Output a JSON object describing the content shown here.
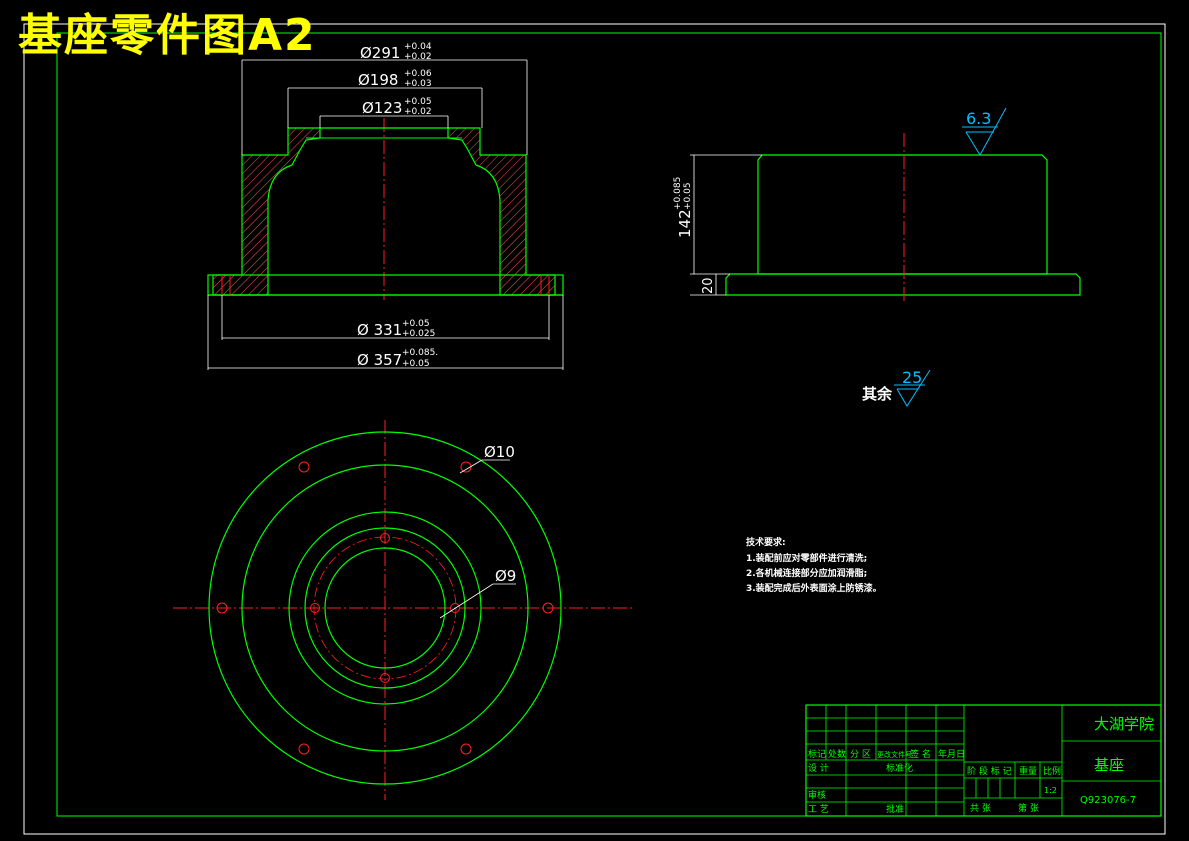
{
  "sheet_title": "基座零件图A2",
  "front_view": {
    "dim_291": "Ø291",
    "dim_291_tol_up": "+0.04",
    "dim_291_tol_low": "+0.02",
    "dim_198": "Ø198",
    "dim_198_tol_up": "+0.06",
    "dim_198_tol_low": "+0.03",
    "dim_123": "Ø123",
    "dim_123_tol_up": "+0.05",
    "dim_123_tol_low": "+0.02",
    "dim_331": "Ø 331",
    "dim_331_tol_up": "+0.05",
    "dim_331_tol_low": "+0.025",
    "dim_357": "Ø 357",
    "dim_357_tol_up": "+0.085.",
    "dim_357_tol_low": "+0.05"
  },
  "side_view": {
    "roughness_top": "6.3",
    "dim_142": "142",
    "dim_142_tol_up": "+0.085",
    "dim_142_tol_low": "+0.05",
    "dim_20": "20",
    "roughness_rest_label": "其余",
    "roughness_rest_value": "25"
  },
  "top_view": {
    "hole_10": "Ø10",
    "hole_9": "Ø9"
  },
  "tech_requirements": {
    "title": "技术要求:",
    "items": [
      "1.装配前应对零部件进行清洗;",
      "2.各机械连接部分应加润滑脂;",
      "3.装配完成后外表面涂上防锈漆。"
    ]
  },
  "title_block": {
    "school": "大湖学院",
    "part_name": "基座",
    "drawing_no": "Q923076-7",
    "header_cells": [
      "标记",
      "处数",
      "分 区",
      "更改文件号",
      "签 名",
      "年月日"
    ],
    "design": "设 计",
    "standardize": "标准化",
    "review": "审核",
    "process": "工 艺",
    "approve": "批准",
    "stage_mark": "阶 段 标 记",
    "weight": "重量",
    "scale": "比例",
    "scale_value": "1:2",
    "sheets_total": "共 张",
    "sheet_no": "第 张"
  },
  "colors": {
    "background": "#000000",
    "outline": "#00ff00",
    "centerline": "#ff0000",
    "dimension": "#ffffff",
    "hatch": "#ff4444",
    "roughness": "#00bfff",
    "title": "#ffff00"
  }
}
